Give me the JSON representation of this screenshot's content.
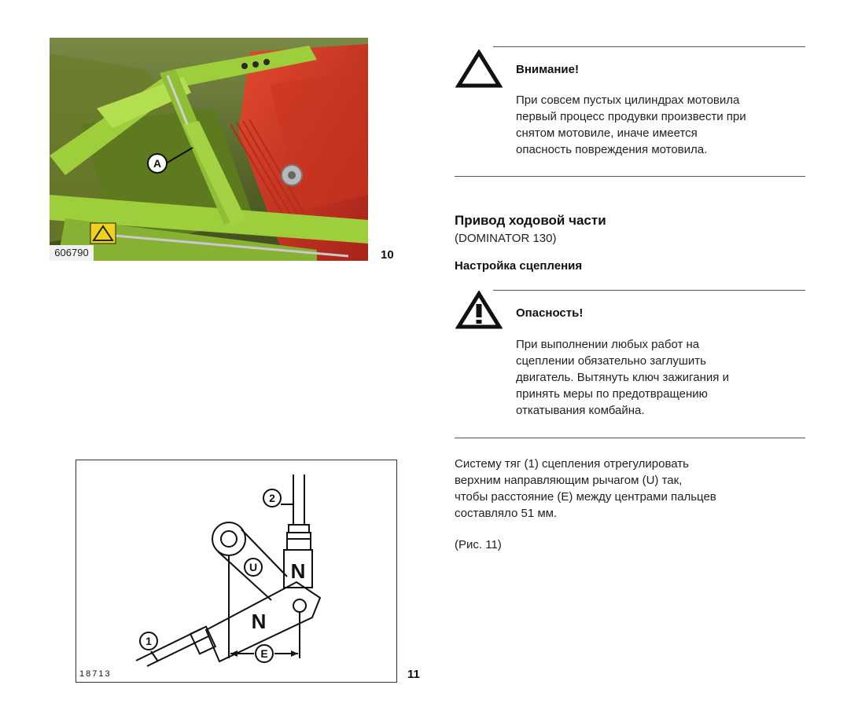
{
  "figure10": {
    "photo_id": "606790",
    "callout": "A",
    "number": "10"
  },
  "warning": {
    "title": "Внимание!",
    "lines": [
      "При совсем пустых цилиндрах мотовила",
      "первый процесс продувки произвести при",
      "снятом мотовиле, иначе имеется",
      "опасность повреждения мотовила."
    ]
  },
  "section": {
    "title": "Привод ходовой части",
    "subtitle": "(DOMINATOR 130)",
    "subheading": "Настройка сцепления"
  },
  "danger": {
    "title": "Опасность!",
    "lines": [
      "При выполнении любых работ на",
      "сцеплении обязательно заглушить",
      "двигатель. Вытянуть ключ зажигания и",
      "принять меры по предотвращению",
      "откатывания комбайна."
    ]
  },
  "instruction": {
    "lines": [
      "Систему тяг (1) сцепления отрегулировать",
      "верхним направляющим рычагом (U) так,",
      "чтобы расстояние (E) между центрами пальцев",
      "составляло 51 мм."
    ],
    "figure_ref": "(Рис. 11)"
  },
  "figure11": {
    "drawing_id": "18713",
    "number": "11",
    "labels": {
      "rod1": "1",
      "rod2": "2",
      "lever": "U",
      "distance": "E",
      "nut_upper": "N",
      "nut_lower": "N"
    }
  }
}
